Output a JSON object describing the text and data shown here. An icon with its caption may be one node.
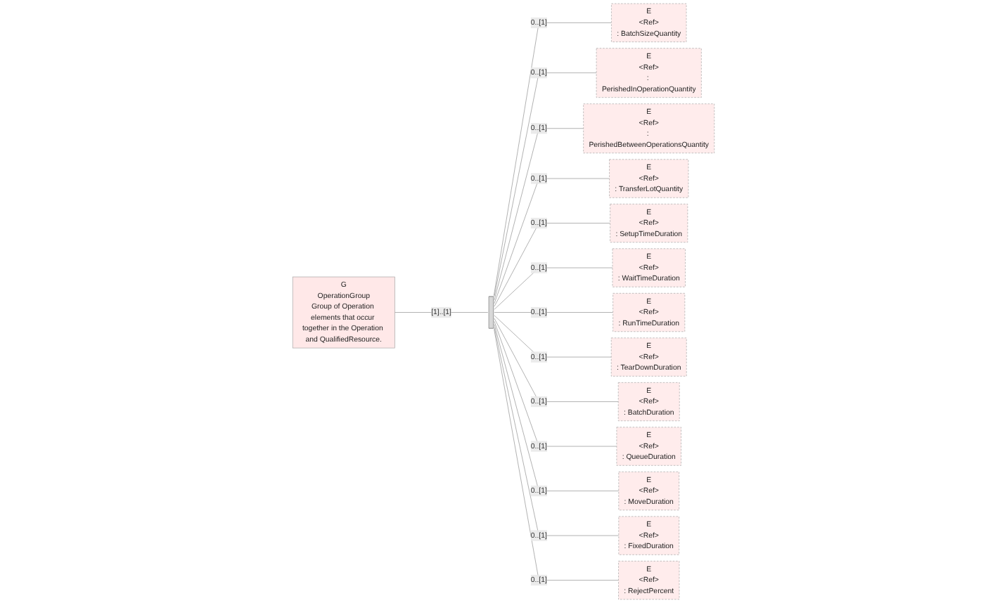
{
  "diagram": {
    "nodes": [
      {
        "text": [
          "G",
          "OperationGroup",
          "Group of Operation elements that occur together in the Operation and QualifiedResource."
        ]
      },
      {
        "text": [],
        "shape": "bar"
      },
      {
        "text": [
          "E",
          "<Ref>",
          ": BatchSizeQuantity"
        ]
      },
      {
        "text": [
          "E",
          "<Ref>",
          ": PerishedInOperationQuantity"
        ]
      },
      {
        "text": [
          "E",
          "<Ref>",
          ": PerishedBetweenOperationsQuantity"
        ]
      },
      {
        "text": [
          "E",
          "<Ref>",
          ": TransferLotQuantity"
        ]
      },
      {
        "text": [
          "E",
          "<Ref>",
          ": SetupTimeDuration"
        ]
      },
      {
        "text": [
          "E",
          "<Ref>",
          ": WaitTimeDuration"
        ]
      },
      {
        "text": [
          "E",
          "<Ref>",
          ": RunTimeDuration"
        ]
      },
      {
        "text": [
          "E",
          "<Ref>",
          ": TearDownDuration"
        ]
      },
      {
        "text": [
          "E",
          "<Ref>",
          ": BatchDuration"
        ]
      },
      {
        "text": [
          "E",
          "<Ref>",
          ": QueueDuration"
        ]
      },
      {
        "text": [
          "E",
          "<Ref>",
          ": MoveDuration"
        ]
      },
      {
        "text": [
          "E",
          "<Ref>",
          ": FixedDuration"
        ]
      },
      {
        "text": [
          "E",
          "<Ref>",
          ": RejectPercent"
        ]
      }
    ],
    "edges": [
      {
        "from": 0,
        "to": 1,
        "arrow": "none",
        "label": "[1]..[1]"
      },
      {
        "from": 1,
        "to": 2,
        "arrow": "none",
        "label": "0..[1]"
      },
      {
        "from": 1,
        "to": 3,
        "arrow": "none",
        "label": "0..[1]"
      },
      {
        "from": 1,
        "to": 4,
        "arrow": "none",
        "label": "0..[1]"
      },
      {
        "from": 1,
        "to": 5,
        "arrow": "none",
        "label": "0..[1]"
      },
      {
        "from": 1,
        "to": 6,
        "arrow": "none",
        "label": "0..[1]"
      },
      {
        "from": 1,
        "to": 7,
        "arrow": "none",
        "label": "0..[1]"
      },
      {
        "from": 1,
        "to": 8,
        "arrow": "none",
        "label": "0..[1]"
      },
      {
        "from": 1,
        "to": 9,
        "arrow": "none",
        "label": "0..[1]"
      },
      {
        "from": 1,
        "to": 10,
        "arrow": "none",
        "label": "0..[1]"
      },
      {
        "from": 1,
        "to": 11,
        "arrow": "none",
        "label": "0..[1]"
      },
      {
        "from": 1,
        "to": 12,
        "arrow": "none",
        "label": "0..[1]"
      },
      {
        "from": 1,
        "to": 13,
        "arrow": "none",
        "label": "0..[1]"
      },
      {
        "from": 1,
        "to": 14,
        "arrow": "none",
        "label": "0..[1]"
      }
    ]
  }
}
